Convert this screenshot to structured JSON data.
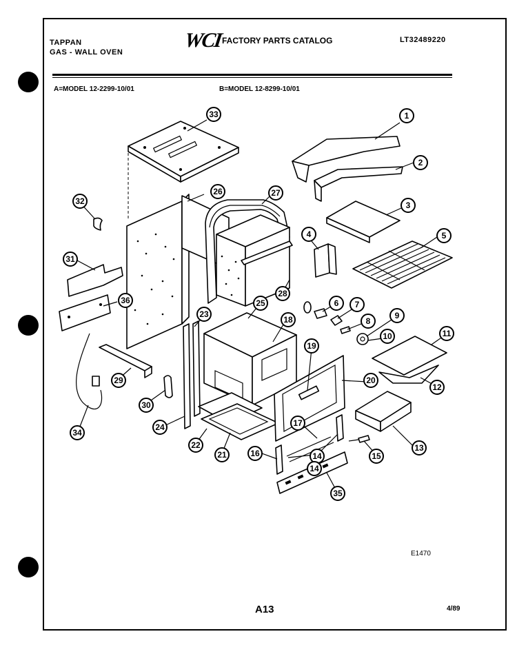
{
  "header": {
    "brand": "TAPPAN",
    "product": "GAS - WALL OVEN",
    "logo_text": "WCI",
    "catalog_title": "FACTORY PARTS CATALOG",
    "catalog_number": "LT32489220",
    "model_a": "A=MODEL 12-2299-10/01",
    "model_b": "B=MODEL 12-8299-10/01"
  },
  "diagram": {
    "callouts": [
      "1",
      "2",
      "3",
      "4",
      "5",
      "6",
      "7",
      "8",
      "9",
      "10",
      "11",
      "12",
      "13",
      "14",
      "14",
      "15",
      "16",
      "17",
      "18",
      "19",
      "20",
      "21",
      "22",
      "23",
      "24",
      "25",
      "26",
      "27",
      "28",
      "29",
      "30",
      "31",
      "32",
      "33",
      "34",
      "35",
      "36"
    ]
  },
  "footer": {
    "figure_code": "E1470",
    "page_number": "A13",
    "date": "4/89"
  }
}
